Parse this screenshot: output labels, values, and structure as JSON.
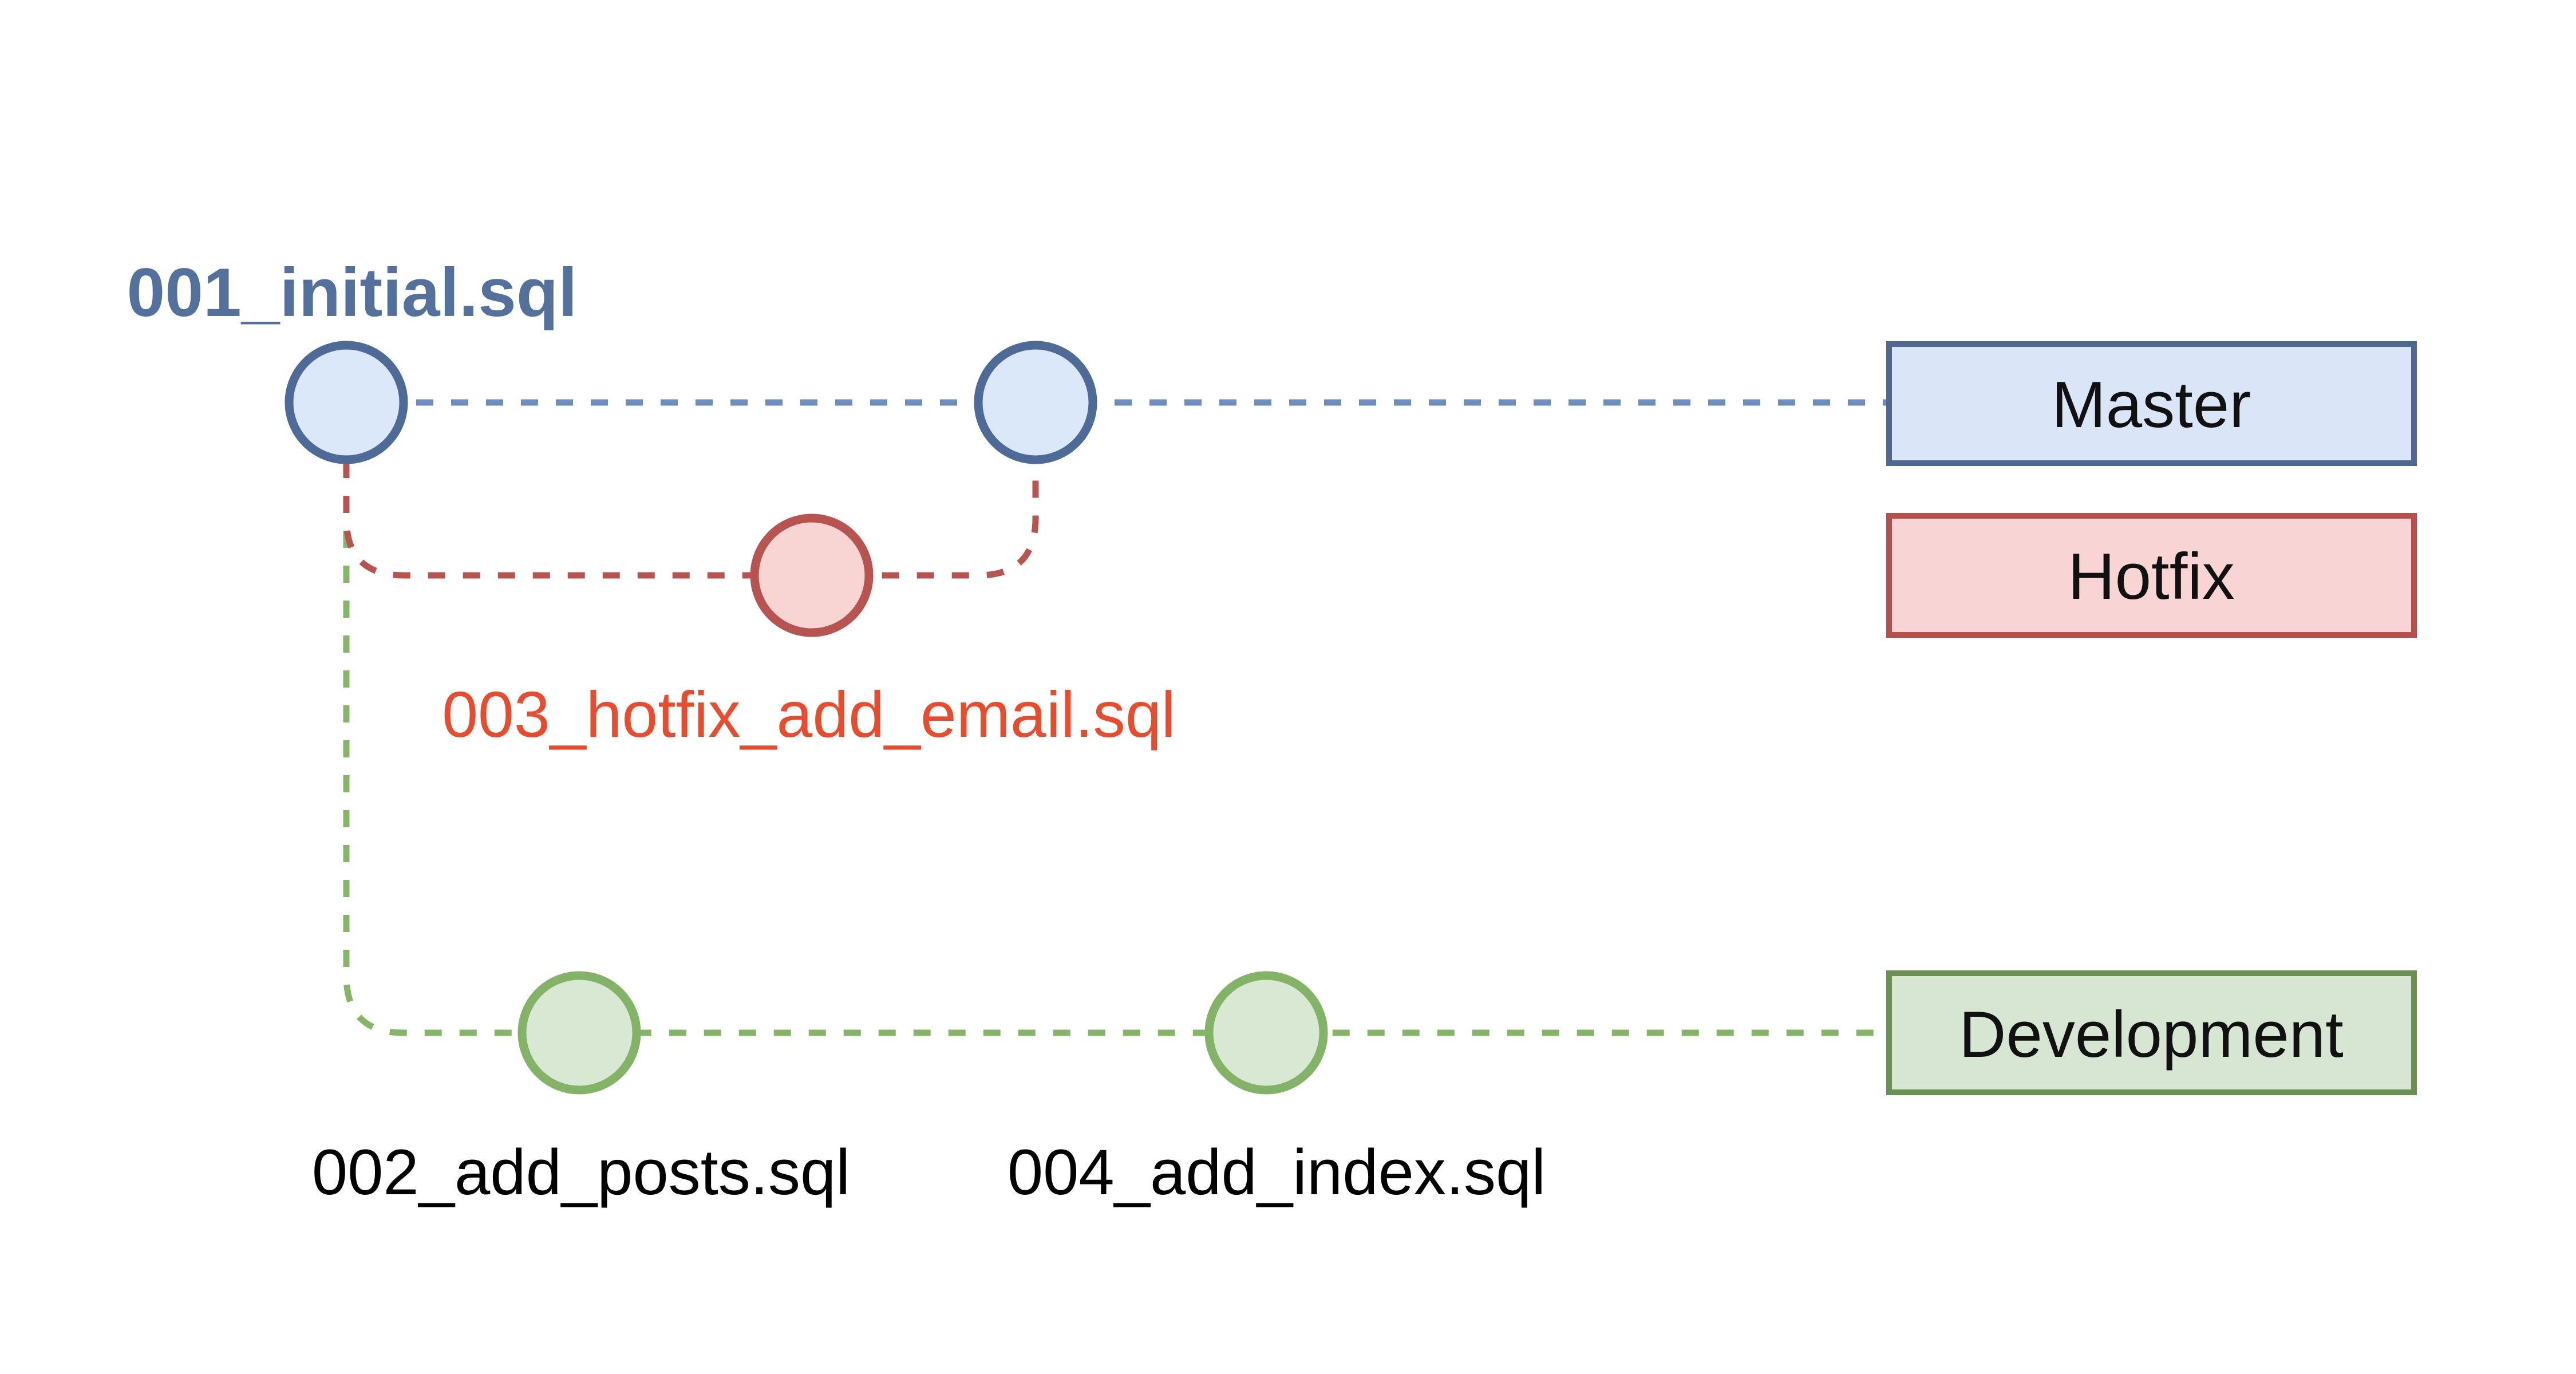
{
  "diagram": {
    "title_commit": {
      "label": "001_initial.sql",
      "color": "#54719e"
    },
    "commits": [
      {
        "id": "initial",
        "branch": "master",
        "label": "001_initial.sql"
      },
      {
        "id": "merge-master",
        "branch": "master",
        "label": ""
      },
      {
        "id": "hotfix-email",
        "branch": "hotfix",
        "label": "003_hotfix_add_email.sql"
      },
      {
        "id": "add-posts",
        "branch": "development",
        "label": "002_add_posts.sql"
      },
      {
        "id": "add-index",
        "branch": "development",
        "label": "004_add_index.sql"
      }
    ],
    "labels": {
      "initial": "001_initial.sql",
      "hotfix": "003_hotfix_add_email.sql",
      "add_posts": "002_add_posts.sql",
      "add_index": "004_add_index.sql"
    },
    "branches": {
      "master": {
        "label": "Master"
      },
      "hotfix": {
        "label": "Hotfix"
      },
      "development": {
        "label": "Development"
      }
    },
    "colors": {
      "background": "#ffffff",
      "blue_node_fill": "#dbe8f9",
      "blue_node_stroke": "#4d6b96",
      "blue_dash": "#6c8ebf",
      "blue_box_fill": "#dae6f8",
      "blue_box_stroke": "#4e6890",
      "red_node_fill": "#f8d5d3",
      "red_node_stroke": "#b85450",
      "red_dash": "#b85450",
      "red_box_fill": "#f8d5d4",
      "red_box_stroke": "#b5504c",
      "green_node_fill": "#d9e8d2",
      "green_node_stroke": "#82b366",
      "green_dash": "#85b566",
      "green_box_fill": "#d6e6d2",
      "green_box_stroke": "#6a9151",
      "initial_label_text": "#54719e",
      "hotfix_label_text": "#e94c2d",
      "file_label_text": "#000000",
      "box_label_text": "#111111"
    }
  }
}
